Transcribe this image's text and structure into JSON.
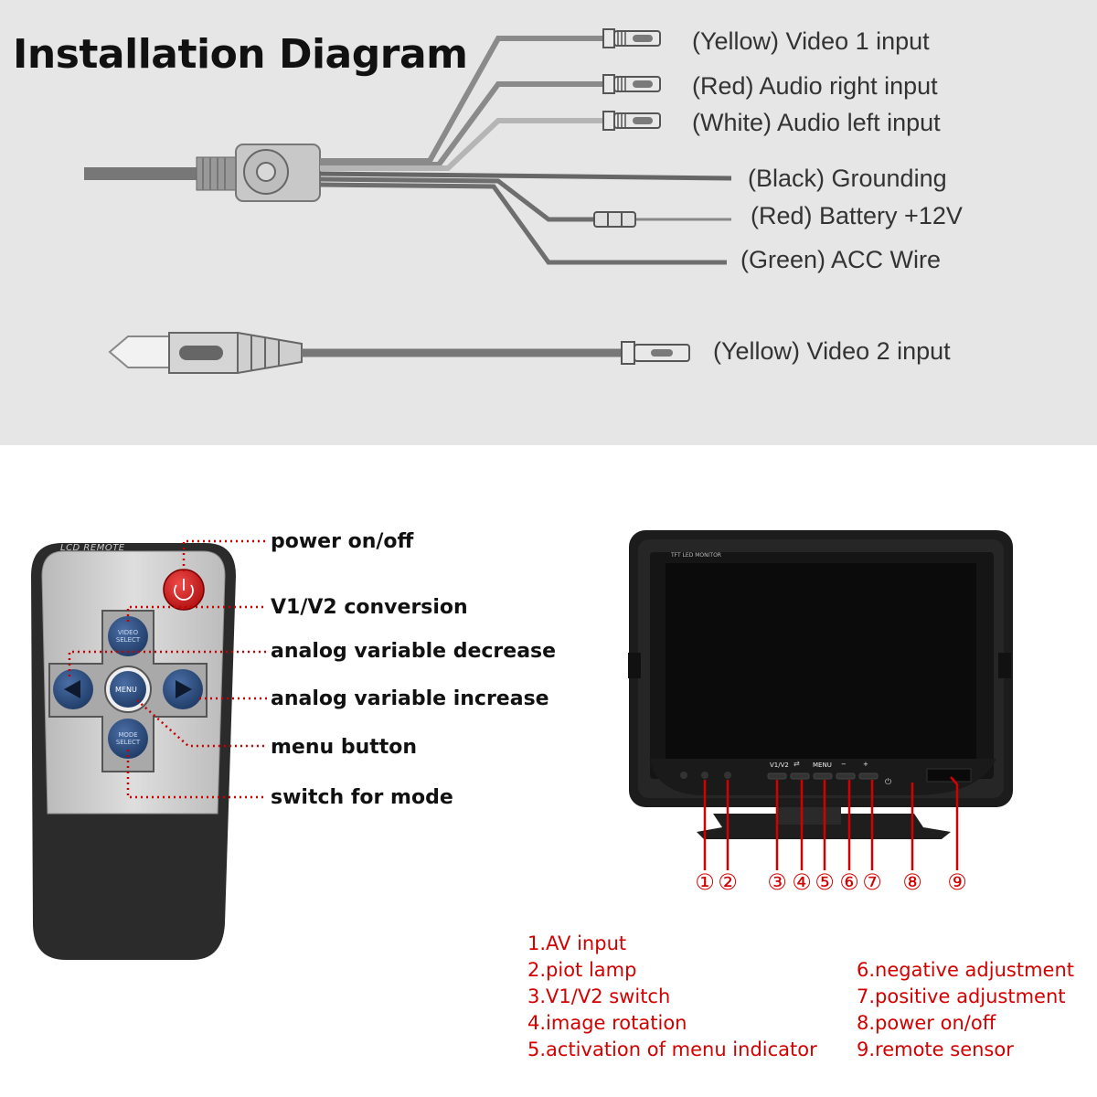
{
  "diagram": {
    "title": "Installation Diagram",
    "wires": [
      {
        "id": "video1",
        "label": "(Yellow) Video 1 input"
      },
      {
        "id": "audio_right",
        "label": "(Red) Audio right input"
      },
      {
        "id": "audio_left",
        "label": "(White) Audio left input"
      },
      {
        "id": "grounding",
        "label": "(Black) Grounding"
      },
      {
        "id": "battery",
        "label": "(Red) Battery +12V"
      },
      {
        "id": "acc",
        "label": "(Green) ACC Wire"
      },
      {
        "id": "video2",
        "label": "(Yellow) Video 2 input"
      }
    ]
  },
  "remote": {
    "brand": "LCD REMOTE",
    "buttons": {
      "video_select": "VIDEO SELECT",
      "menu": "MENU",
      "mode_select": "MODE SELECT"
    },
    "labels": [
      "power on/off",
      "V1/V2 conversion",
      "analog variable decrease",
      "analog variable increase",
      "menu button",
      "switch for mode"
    ]
  },
  "monitor": {
    "brand": "TFT LED MONITOR",
    "panel_labels": [
      "V1/V2",
      "MENU",
      "−",
      "+"
    ],
    "callouts": [
      "①",
      "②",
      "③",
      "④",
      "⑤",
      "⑥",
      "⑦",
      "⑧",
      "⑨"
    ]
  },
  "legend": {
    "left": [
      "1.AV input",
      "2.piot lamp",
      "3.V1/V2 switch",
      "4.image rotation",
      "5.activation of menu indicator"
    ],
    "right": [
      "6.negative adjustment",
      "7.positive adjustment",
      "8.power on/off",
      "9.remote sensor"
    ]
  },
  "colors": {
    "accent": "#d40000",
    "panel_bg": "#e6e6e6",
    "remote_button": "#2a4c7e",
    "power_button": "#d62020"
  }
}
